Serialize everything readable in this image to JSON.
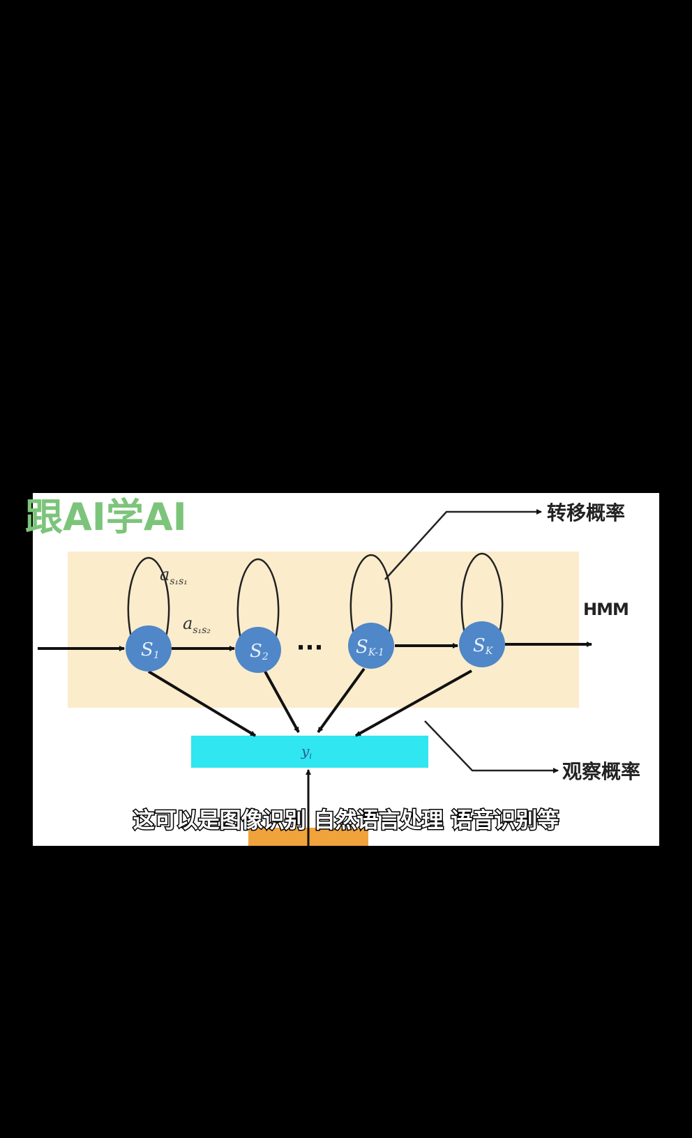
{
  "watermark": "跟AI学AI",
  "diagram": {
    "states": [
      {
        "base": "S",
        "sub": "1"
      },
      {
        "base": "S",
        "sub": "2"
      },
      {
        "base": "S",
        "sub": "K-1"
      },
      {
        "base": "S",
        "sub": "K"
      }
    ],
    "ellipsis": "···",
    "self_transition_label": {
      "base": "a",
      "sub": "s₁s₁"
    },
    "transition_label": {
      "base": "a",
      "sub": "s₁s₂"
    },
    "observation_label": {
      "base": "y",
      "sub": "i"
    },
    "transition_prob_label": "转移概率",
    "hmm_label": "HMM",
    "observation_prob_label": "观察概率"
  },
  "subtitle": "这可以是图像识别 自然语言处理 语音识别等",
  "colors": {
    "background": "#000000",
    "frame": "#ffffff",
    "hmm_band": "#fbeccc",
    "state": "#4f87c8",
    "observation_box": "#30e6f0",
    "input_box": "#f0a23c",
    "watermark": "#7cc47a"
  }
}
